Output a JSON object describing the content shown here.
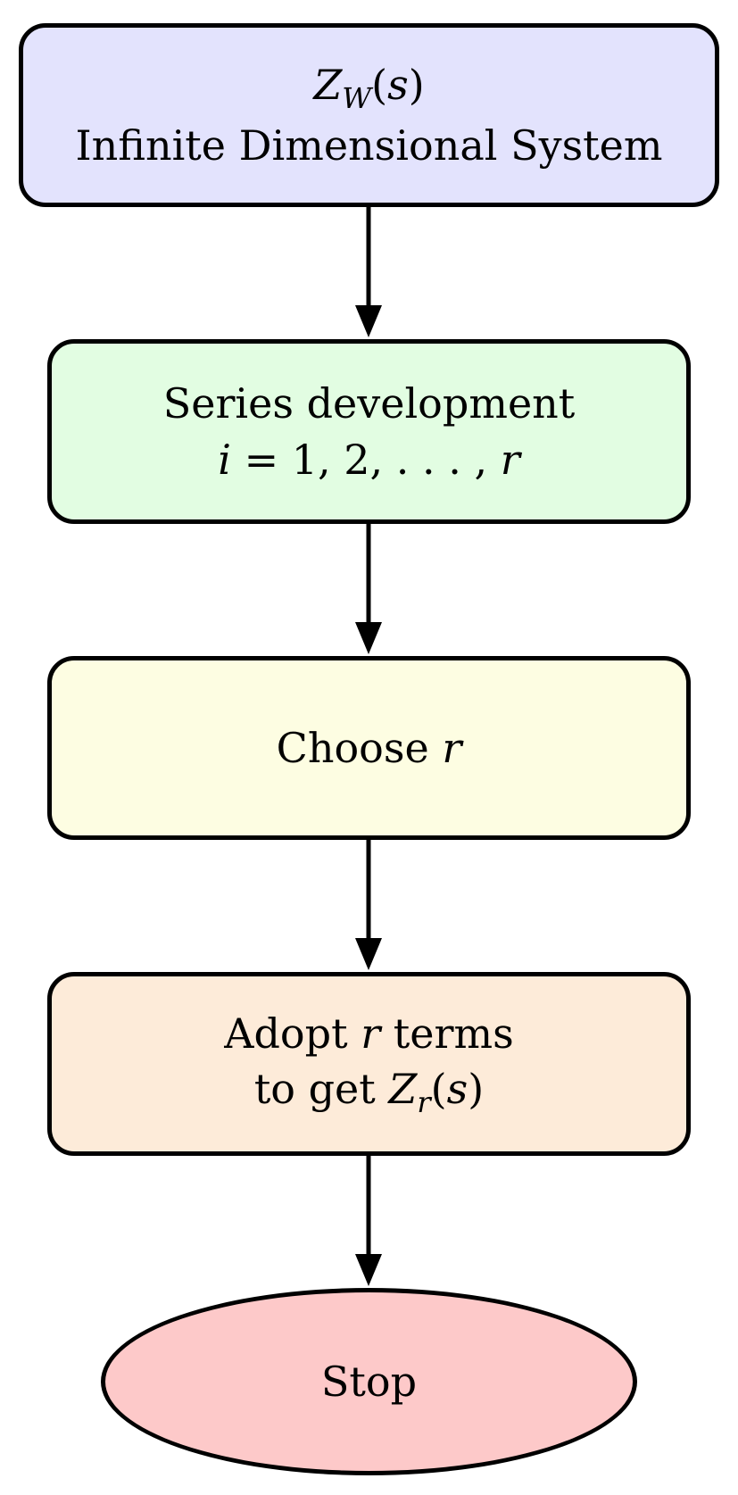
{
  "diagram": {
    "nodes": [
      {
        "id": "infinite-system",
        "math_main": "Z",
        "math_sub": "W",
        "math_open": "(",
        "math_var": "s",
        "math_close": ")",
        "label": "Infinite Dimensional System",
        "fill": "#e3e3fd"
      },
      {
        "id": "series-development",
        "label": "Series development",
        "math_i": "i",
        "math_eq": " = 1, 2, . . . , ",
        "math_r": "r",
        "fill": "#e2fde2"
      },
      {
        "id": "choose-r",
        "label": "Choose ",
        "math_r": "r",
        "fill": "#fdfde2"
      },
      {
        "id": "adopt-terms",
        "label_a": "Adopt ",
        "math_r": "r",
        "label_b": " terms",
        "label_c": "to get ",
        "math_main": "Z",
        "math_sub": "r",
        "math_open": "(",
        "math_var": "s",
        "math_close": ")",
        "fill": "#fdebd9"
      },
      {
        "id": "stop",
        "label": "Stop",
        "fill": "#fdc9c9"
      }
    ],
    "edges": [
      {
        "from": "infinite-system",
        "to": "series-development"
      },
      {
        "from": "series-development",
        "to": "choose-r"
      },
      {
        "from": "choose-r",
        "to": "adopt-terms"
      },
      {
        "from": "adopt-terms",
        "to": "stop"
      }
    ],
    "stroke_color": "#000000"
  }
}
